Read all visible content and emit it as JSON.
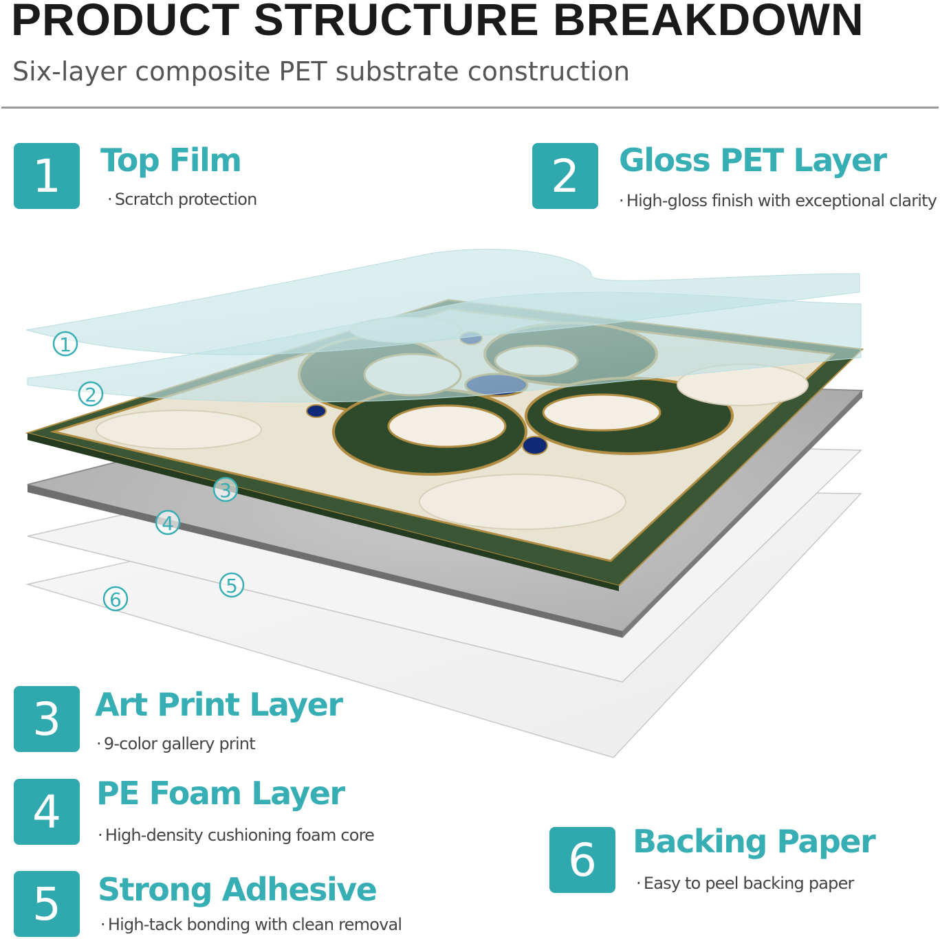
{
  "header": {
    "title": "PRODUCT STRUCTURE BREAKDOWN",
    "subtitle": "Six-layer composite PET substrate construction"
  },
  "layers": [
    {
      "number": "1",
      "name": "Top Film",
      "description": "Scratch protection",
      "marker": "1"
    },
    {
      "number": "2",
      "name": "Gloss PET Layer",
      "description": "High-gloss finish with exceptional clarity",
      "marker": "2"
    },
    {
      "number": "3",
      "name": "Art Print Layer",
      "description": "9-color gallery print",
      "marker": "3"
    },
    {
      "number": "4",
      "name": "PE Foam Layer",
      "description": "High-density cushioning foam core",
      "marker": "4"
    },
    {
      "number": "5",
      "name": "Strong Adhesive",
      "description": "High-tack bonding with clean removal",
      "marker": "5"
    },
    {
      "number": "6",
      "name": "Backing Paper",
      "description": "Easy to peel backing paper",
      "marker": "6"
    }
  ],
  "bullet": "·",
  "colors": {
    "accent": "#2fa9ae",
    "heading": "#36aeb3",
    "tile_green": "#2f4a2a",
    "tile_cream": "#ece6d6",
    "tile_blue": "#102a78",
    "foam_gray": "#b8b8b8"
  }
}
